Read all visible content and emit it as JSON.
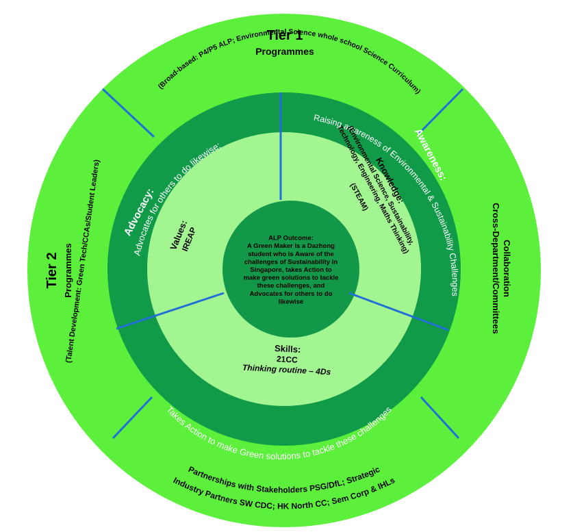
{
  "colors": {
    "outer_ring": "#5cf03c",
    "middle_ring": "#119a48",
    "inner_disc": "#a3f592",
    "center_disc": "#129848",
    "divider_blue": "#1f6fd6"
  },
  "outer": {
    "tier1_title": "Tier 1",
    "tier1_sub": "Programmes",
    "tier1_detail": "(Broad-based: P4/P5 ALP; Environmental Science whole school Science Curriculum)",
    "tier2_title": "Tier 2",
    "tier2_sub": "Programmes",
    "tier2_detail": "(Talent Development: Green Tech/CCAs/Student Leaders)",
    "right_line1": "Cross-Department/Committees",
    "right_line2": "Collaboration",
    "bottom_line1": "Partnerships with Stakeholders PSG/DfL; Strategic",
    "bottom_line2": "Industry Partners SW CDC; HK North CC; Sem Corp & IHLs"
  },
  "middle": {
    "advocacy_title": "Advocacy:",
    "advocacy_text": "Advocates for others to do likewise;",
    "awareness_title": "Awareness:",
    "awareness_text": "Raising awareness of Environmental & Sustainability Challenges",
    "action_text": "Takes Action to make Green solutions to tackle these challenges"
  },
  "inner": {
    "values_title": "Values:",
    "values_text": "IREAP",
    "knowledge_title": "Knowledge:",
    "knowledge_line1": "(Environmental Science, Sustainability,",
    "knowledge_line2": "Technology, Engineering, Maths Thinking)",
    "knowledge_line3": "(STEAM)",
    "skills_title": "Skills:",
    "skills_line1": "21CC",
    "skills_line2": "Thinking routine – 4Ds"
  },
  "center": {
    "lines": [
      "ALP Outcome:",
      "A Green Maker is a Dazhong",
      "student who is Aware of the",
      "challenges of Sustainability in",
      "Singapore, takes Action to",
      "make green solutions to tackle",
      "these challenges, and",
      "Advocates for others to do",
      "likewise"
    ]
  }
}
